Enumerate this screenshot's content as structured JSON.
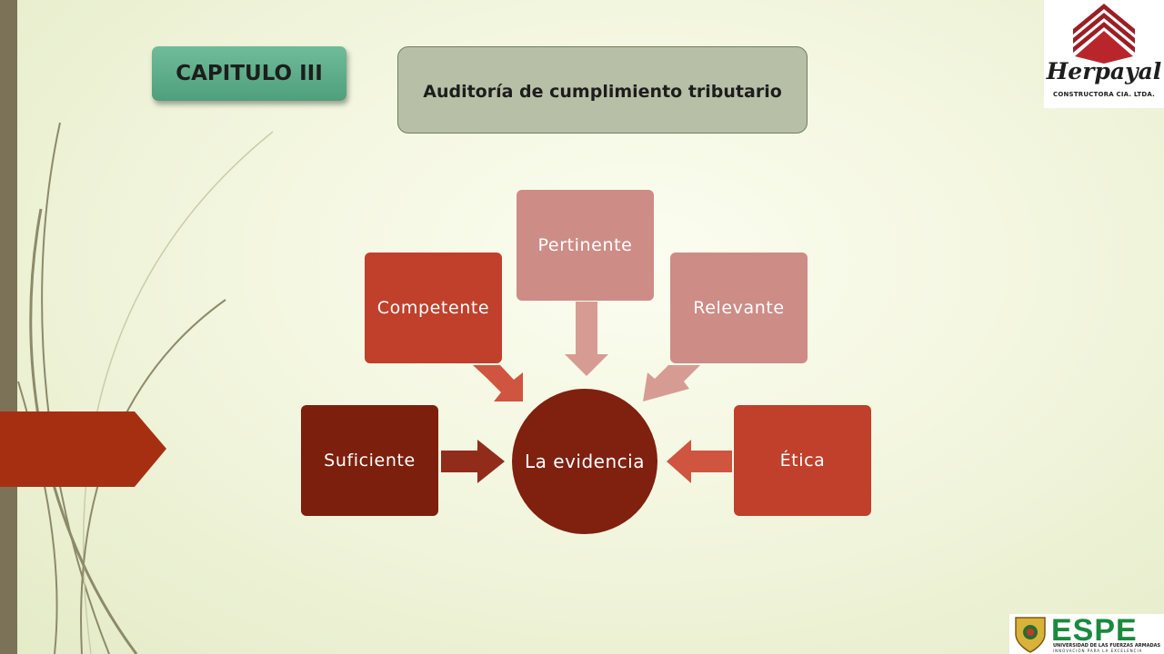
{
  "header": {
    "chapter": "CAPITULO III",
    "title": "Auditoría de cumplimiento tributario"
  },
  "logos": {
    "herpayal_name": "Herpayal",
    "herpayal_subtitle": "CONSTRUCTORA CIA. LTDA.",
    "espe_name": "ESPE",
    "espe_line1": "UNIVERSIDAD DE LAS FUERZAS ARMADAS",
    "espe_line2": "INNOVACIÓN PARA LA EXCELENCIA"
  },
  "diagram": {
    "center": "La evidencia",
    "nodes": [
      {
        "label": "Suficiente",
        "color": "#7c1f0d"
      },
      {
        "label": "Competente",
        "color": "#c0402b"
      },
      {
        "label": "Pertinente",
        "color": "#cd8c86"
      },
      {
        "label": "Relevante",
        "color": "#cd8c86"
      },
      {
        "label": "Ética",
        "color": "#c0402b"
      }
    ]
  },
  "colors": {
    "center": "#80200f",
    "chapter_box": "#5aa987",
    "title_box": "#b7c0a6",
    "accent_red": "#a62f12"
  }
}
